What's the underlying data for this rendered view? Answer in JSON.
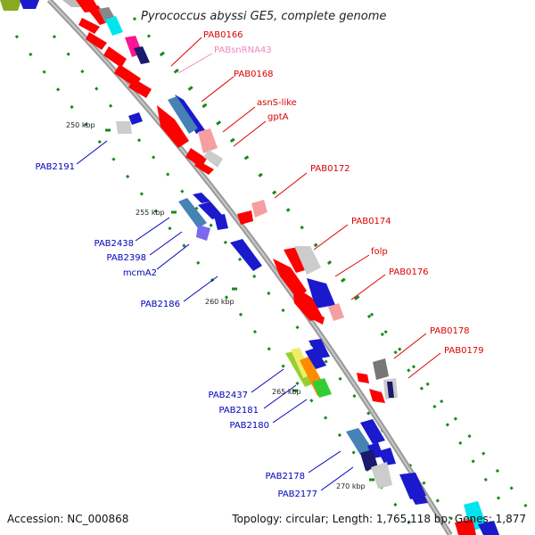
{
  "title": "Pyrococcus abyssi GE5, complete genome",
  "footer": {
    "accession": "Accession: NC_000868",
    "summary": "Topology: circular; Length: 1,765,118 bp; Genes: 1,877"
  },
  "ticks": [
    "250 kbp",
    "255 kbp",
    "260 kbp",
    "265 kbp",
    "270 kbp"
  ],
  "labels_forward": [
    "PAB0166",
    "PABsnRNA43",
    "PAB0168",
    "asnS-like",
    "gptA",
    "PAB0172",
    "PAB0174",
    "folp",
    "PAB0176",
    "PAB0178",
    "PAB0179"
  ],
  "labels_reverse": [
    "PAB2191",
    "PAB2438",
    "PAB2398",
    "mcmA2",
    "PAB2186",
    "PAB2437",
    "PAB2181",
    "PAB2180",
    "PAB2178",
    "PAB2177"
  ],
  "colors": {
    "forward_label": "#dd0000",
    "snrna_label": "#ee88bb",
    "reverse_label": "#0000bb",
    "backbone": "#9a9a9a",
    "tick": "#1a8a1a"
  }
}
